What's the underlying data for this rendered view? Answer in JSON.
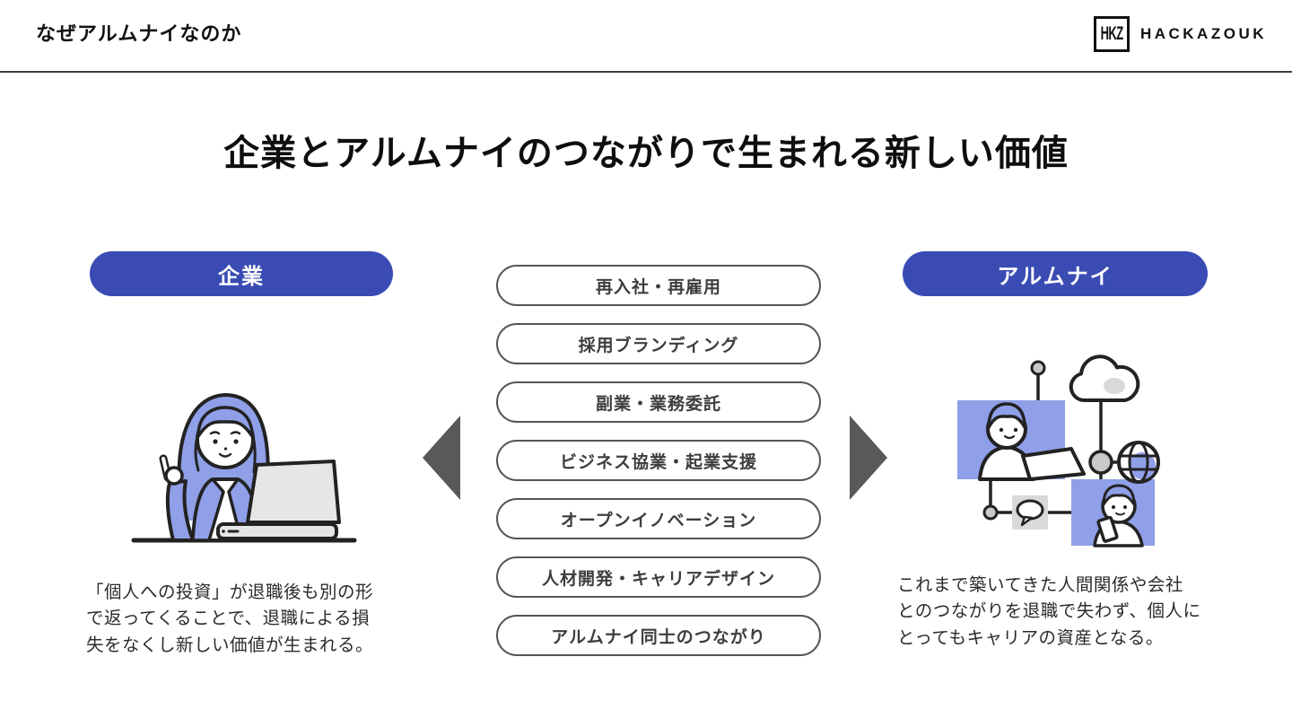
{
  "slide": {
    "header": {
      "title": "なぜアルムナイなのか"
    },
    "logo": {
      "mark": "HKZ",
      "name": "HACKAZOUK"
    },
    "title": "企業とアルムナイのつながりで生まれる新しい価値",
    "company": {
      "label": "企業",
      "description": "「個人への投資」が退職後も別の形\nで返ってくることで、退職による損\n失をなくし新しい価値が生まれる。"
    },
    "alumni": {
      "label": "アルムナイ",
      "description": "これまで築いてきた人間関係や会社\nとのつながりを退職で失わず、個人に\nとってもキャリアの資産となる。"
    },
    "connections": [
      "再入社・再雇用",
      "採用ブランディング",
      "副業・業務委託",
      "ビジネス協業・起業支援",
      "オープンイノベーション",
      "人材開発・キャリアデザイン",
      "アルムナイ同士のつながり"
    ],
    "colors": {
      "primary_blue": "#3a4cb4",
      "illustration_blue": "#8f9fe8",
      "pill_border": "#555555",
      "arrow_gray": "#595959"
    }
  }
}
